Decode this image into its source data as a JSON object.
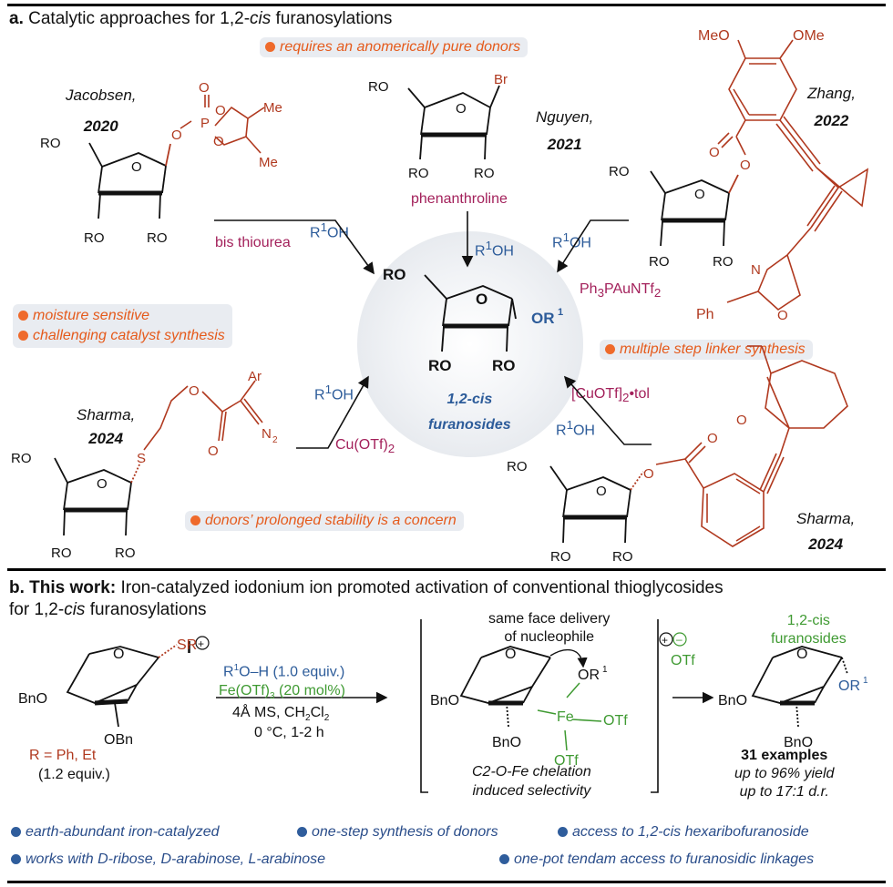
{
  "panel_a": {
    "label": "a.",
    "title": "Catalytic approaches for 1,2-",
    "title_italic": "cis",
    "title_end": " furanosylations",
    "note_top": "requires an anomerically pure donors",
    "note_left_1": "moisture sensitive",
    "note_left_2": "challenging catalyst synthesis",
    "note_right": "multiple step linker synthesis",
    "note_bottom": "donors’ prolonged stability is a concern",
    "jacobsen_name": "Jacobsen,",
    "jacobsen_year": "2020",
    "nguyen_name": "Nguyen,",
    "nguyen_year": "2021",
    "zhang_name": "Zhang,",
    "zhang_year": "2022",
    "sharma1_name": "Sharma,",
    "sharma1_year": "2024",
    "sharma2_name": "Sharma,",
    "sharma2_year": "2024",
    "cat_bis_thiourea": "bis thiourea",
    "cat_phenanthroline": "phenanthroline",
    "cat_au": "Ph3PAuNTf2",
    "cat_cu": "Cu(OTf)2",
    "cat_cu_tol": "[CuOTf]2•tol",
    "r1oh": "R1OH",
    "product_line1": "1,2-cis",
    "product_line2": "furanosides"
  },
  "panel_b": {
    "label": "b.",
    "title_bold": "This work:",
    "title_line1": " Iron-catalyzed iodonium ion promoted activation of conventional thioglycosides",
    "title_line2_a": "for 1,2-",
    "title_line2_b": "cis",
    "title_line2_c": " furanosylations",
    "reagent1": "R1O–H (1.0 equiv.)",
    "reagent2": "Fe(OTf)3 (20 mol%)",
    "reagent3": "4Å MS, CH2Cl2",
    "reagent4": "0 °C, 1-2 h",
    "donor_r": "R = Ph, Et",
    "donor_equiv": "(1.2 equiv.)",
    "ts_top_1": "same face delivery",
    "ts_top_2": "of nucleophile",
    "ts_bottom_1": "C2-O-Fe chelation",
    "ts_bottom_2": "induced selectivity",
    "prod_top_1": "1,2-cis",
    "prod_top_2": "furanosides",
    "examples": "31 examples",
    "yield": "up to 96% yield",
    "dr": "up to 17:1 d.r."
  },
  "footer": {
    "f1": "earth-abundant iron-catalyzed",
    "f2": "one-step synthesis of donors",
    "f3": "access to 1,2-cis hexaribofuranoside",
    "f4": "works with D-ribose, D-arabinose, L-arabinose",
    "f5": "one-pot tendam access to furanosidic linkages"
  },
  "colors": {
    "orange": "#ef6a2b",
    "rust": "#b0391f",
    "purple": "#a3215b",
    "blue": "#2d5c9a",
    "green": "#3f9a32"
  }
}
